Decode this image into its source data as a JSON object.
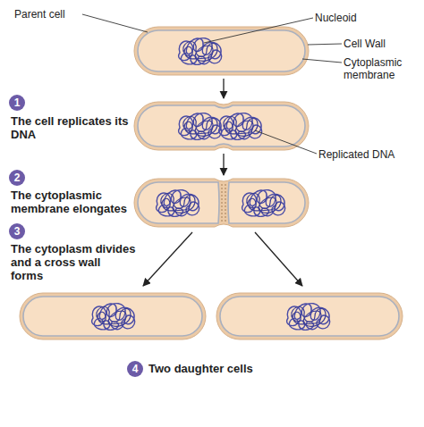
{
  "diagram": {
    "labels": [
      "Parent cell",
      "Nucleoid",
      "Cell Wall",
      "Cytoplasmic membrane",
      "1",
      "The cell replicates its DNA",
      "2",
      "The cytoplasmic membrane elongates",
      "Replicated DNA",
      "3",
      "The cytoplasm divides and a cross wall forms",
      "4",
      "Two daughter cells"
    ]
  }
}
